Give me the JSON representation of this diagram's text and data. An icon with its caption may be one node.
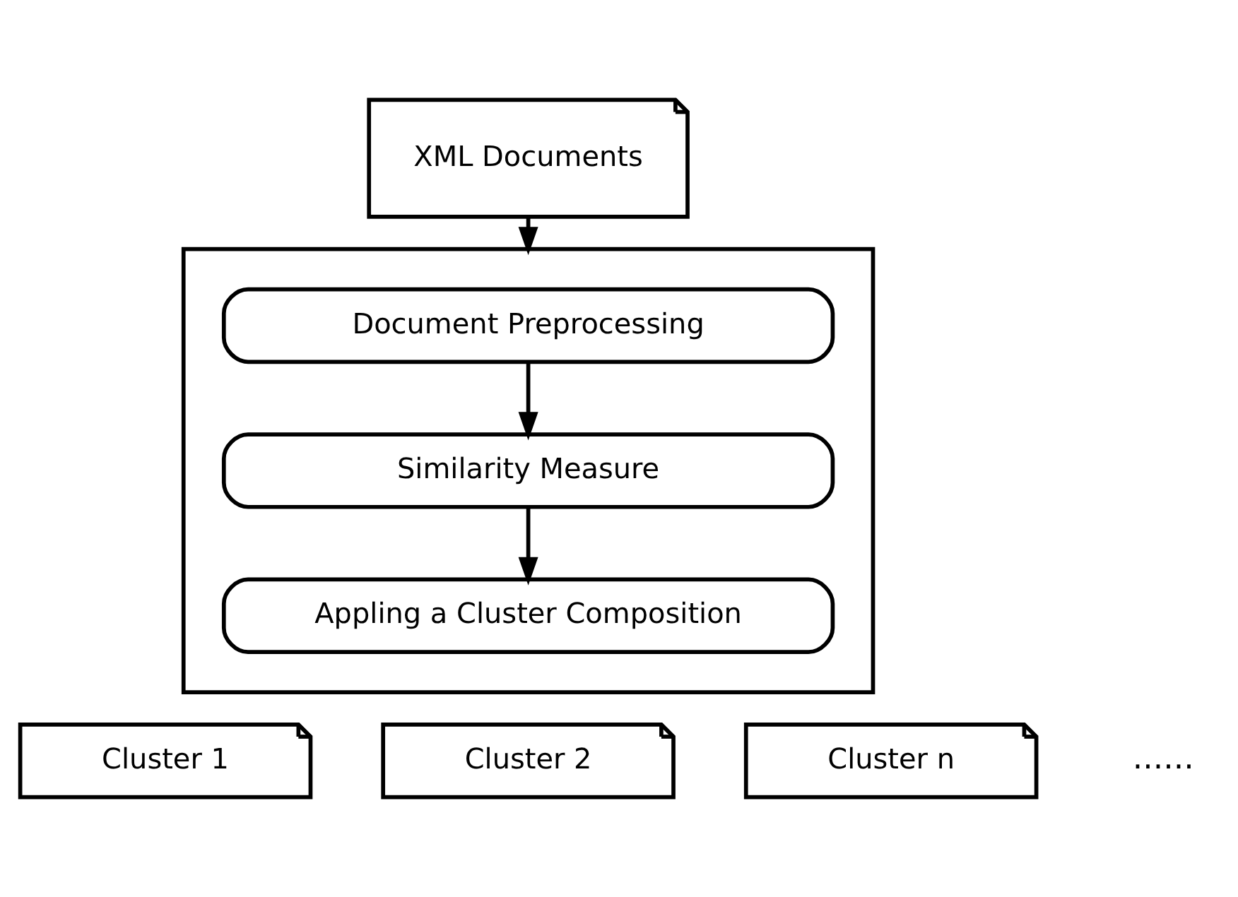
{
  "diagram": {
    "nodes": [
      {
        "text": [
          "XML Documents"
        ]
      },
      {
        "text": [],
        "shape": "box"
      },
      {
        "text": [
          "Document Preprocessing"
        ],
        "in": 1
      },
      {
        "text": [
          "Similarity Measure"
        ],
        "in": 1
      },
      {
        "text": [
          "Appling a Cluster Composition"
        ],
        "in": 1
      },
      {
        "text": [
          "Cluster 1"
        ]
      },
      {
        "text": [
          "Cluster 2"
        ]
      },
      {
        "text": [
          "Cluster n"
        ]
      }
    ],
    "edges": [
      {
        "from": 0,
        "to": 1,
        "arrow": "to"
      },
      {
        "from": 2,
        "to": 3,
        "arrow": "to"
      },
      {
        "from": 3,
        "to": 4,
        "arrow": "to"
      }
    ],
    "labels": [
      "......"
    ]
  }
}
